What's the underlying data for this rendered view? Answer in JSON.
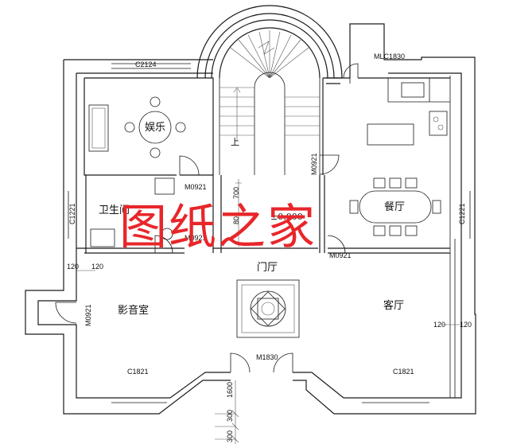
{
  "rooms": {
    "entertainment": "娱乐",
    "bathroom": "卫生间",
    "dining": "餐厅",
    "foyer": "门厅",
    "theater": "影音室",
    "living": "客厅"
  },
  "labels": {
    "stair_up": "上",
    "elevation": "±0.000",
    "stair_700": "700",
    "stair_800": "800",
    "dim_1600": "1600",
    "dim_300a": "300",
    "dim_300b": "300",
    "dim_120_left_a": "120",
    "dim_120_left_b": "120",
    "dim_120_right_a": "120",
    "dim_120_right_b": "120"
  },
  "codes": {
    "c2124": "C2124",
    "mlc1830": "MLC1830",
    "c1221_left": "C1221",
    "c1221_right": "C1221",
    "m0921_bath": "M0921",
    "m0921_bath_low": "M0921",
    "m0921_stair": "M0921",
    "m0921_dining": "M0921",
    "m0921_theater": "M0921",
    "c1821_left": "C1821",
    "c1821_right": "C1821",
    "m1830": "M1830"
  },
  "watermark": "图纸之家"
}
